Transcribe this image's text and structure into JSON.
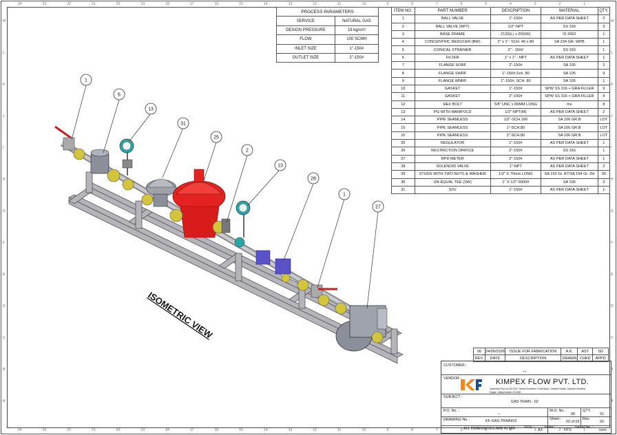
{
  "border": {
    "top_numbers": [
      "24",
      "23",
      "22",
      "21",
      "20",
      "19",
      "18",
      "17",
      "16",
      "15",
      "14",
      "13",
      "12",
      "11",
      "10",
      "9",
      "8",
      "7",
      "6",
      "5",
      "4",
      "3",
      "2",
      "1"
    ],
    "side_letters": [
      "M",
      "L",
      "K",
      "J",
      "I",
      "H",
      "G",
      "F",
      "E",
      "D",
      "C",
      "B",
      "A"
    ]
  },
  "process_parameters": {
    "title": "PROCESS PARAMETERS",
    "rows": [
      {
        "label": "SERVICE",
        "value": "NATURAL GAS"
      },
      {
        "label": "DESIGN PRESSURE",
        "value": "19 kg/cm²"
      },
      {
        "label": "FLOW",
        "value": "100 SCMH"
      },
      {
        "label": "INLET SIZE",
        "value": "1\"-150#"
      },
      {
        "label": "OUTLET SIZE",
        "value": "2\"-150#"
      }
    ]
  },
  "bom": {
    "headers": [
      "ITEM NO.",
      "PART NUMBER",
      "DESCRIPTION",
      "MATERIAL",
      "QTY."
    ],
    "rows": [
      [
        "1",
        "BALL VALVE",
        "1\"-150#",
        "AS PER DATA SHEET",
        "2"
      ],
      [
        "2",
        "BALL VALVE (NPT)",
        "1/2\"-NPT",
        "SS 316",
        "3"
      ],
      [
        "3",
        "BASE FRAME",
        "2130(L) x 250(W)",
        "IS 2062",
        "1"
      ],
      [
        "4",
        "CONCENTRIC REDUCER (BW)",
        "2\" x 1\"- SCH. 40 x 80",
        "SA 234 GR. WPB",
        "1"
      ],
      [
        "5",
        "CONICAL STRAINER",
        "2\" - 150#",
        "SS 316",
        "1"
      ],
      [
        "6",
        "FILTER",
        "1\" x 1\" - NPT",
        "AS PER DATA SHEET",
        "1"
      ],
      [
        "7",
        "FLANGE SORF",
        "2\"-150#",
        "SA 105",
        "2"
      ],
      [
        "8",
        "FLANGE SWRF",
        "1\"-150#,Sch. 80",
        "SA 105",
        "9"
      ],
      [
        "9",
        "FLANGE WNRF",
        "1\"-150#, SCH. 80",
        "SA 105",
        "1"
      ],
      [
        "10",
        "GASKET",
        "1\"-150#",
        "SPW SS 316 + GRA FILLER",
        "9"
      ],
      [
        "11",
        "GASKET",
        "2\"-150#",
        "SPW SS 316 + GRA FILLER",
        "4"
      ],
      [
        "12",
        "HEX BOLT",
        "5/8\" UNC x 65MM LONG",
        "ms",
        "8"
      ],
      [
        "13",
        "PG WITH MANIFOLD",
        "1/2\"-NPT(M)",
        "AS PER DATA SHEET",
        "2"
      ],
      [
        "14",
        "PIPE SEAMLESS",
        "1/2\"-SCH.160",
        "SA 106 GR.B",
        "LOT"
      ],
      [
        "15",
        "PIPE SEAMLESS",
        "1\"-SCH.80",
        "SA 106 GR.B",
        "LOT"
      ],
      [
        "16",
        "PIPE SEAMLESS",
        "2\"-SCH.80",
        "SA 106 GR.B",
        "LOT"
      ],
      [
        "25",
        "REGULATOR",
        "1\"-150#",
        "AS PER DATA SHEET",
        "1"
      ],
      [
        "26",
        "RESTRICTION ORIFICE",
        "2\"-150#",
        "SS 316",
        "1"
      ],
      [
        "27",
        "RPD METER",
        "2\"-150#",
        "AS PER DATA SHEET",
        "1"
      ],
      [
        "28",
        "SOLENOID VALVE",
        "1\"-NPT",
        "AS PER DATA SHEET",
        "2"
      ],
      [
        "29",
        "STUDS WITH TWO NUTS & WASHER",
        "1/2\" X 75mm LONG",
        "SA 193 Gr. B7/SA 194 Gr. 2H",
        "36"
      ],
      [
        "30",
        "UN-EQUAL TEE (SW)",
        "1\" X 1/2\"-6000#",
        "SA 105",
        "3"
      ],
      [
        "31",
        "SSV",
        "1\"-150#",
        "AS PER DATA SHEET",
        "1"
      ]
    ]
  },
  "view_label": "ISOMETRIC VIEW",
  "callouts": [
    "1",
    "6",
    "13",
    "31",
    "25",
    "2",
    "13",
    "28",
    "1",
    "27"
  ],
  "revision": {
    "row": {
      "rev": "00",
      "date": "24/06/2026",
      "description": "ISSUE FOR FABRICATION",
      "drawn": "A.K.",
      "chkd": "AST",
      "appd": "SD"
    },
    "headers": {
      "rev": "REV.",
      "date": "DATE",
      "description": "DESCRIPTION",
      "drawn": "DRAWN",
      "chkd": "CHKD",
      "appd": "APPD"
    }
  },
  "title_block": {
    "customer_label": "CUSTOMER :",
    "customer_value": "--",
    "vendor_label": "VENDOR :",
    "company_name": "KIMPEX FLOW PVT. LTD.",
    "logo_text": "KF",
    "address": "Industrial Plot no.321/322, Sector Ecotech-I Extension, Greater Noida, Gautam Buddha Nagar, Uttarpradesh 201306",
    "subject_label": "SUBJECT :",
    "subject_value": "GAS TRAIN - 02",
    "po_label": "P.O. No. :",
    "po_value": "--",
    "wo_label": "W.O. No. :",
    "wo_value": "00",
    "qty_label": "QTY.",
    "qty_value": "01",
    "drawing_label": "DRAWING No. :",
    "drawing_value": "KF-GAS-TRAIN/02",
    "sheet_label": "Sheet :",
    "sheet_value": "02 of 03",
    "rev_label": "Rev.",
    "rev_value": "00",
    "dims_note": "ALL DIMENSIONS ARE IN MM",
    "size_label": "SIZE :",
    "size_value": "A3",
    "scale_label": "Scale :",
    "scale_value": "NTS",
    "serial_label": "Serial No. :",
    "serial_value": "xxxx"
  },
  "colors": {
    "regulator": "#e32222",
    "flange": "#d2c43c",
    "meter": "#8a8f9a",
    "valve_purple": "#5a53c8",
    "gauge": "#2aa6a6",
    "frame": "#9a9aa0",
    "valve_handle": "#c81e1e"
  }
}
